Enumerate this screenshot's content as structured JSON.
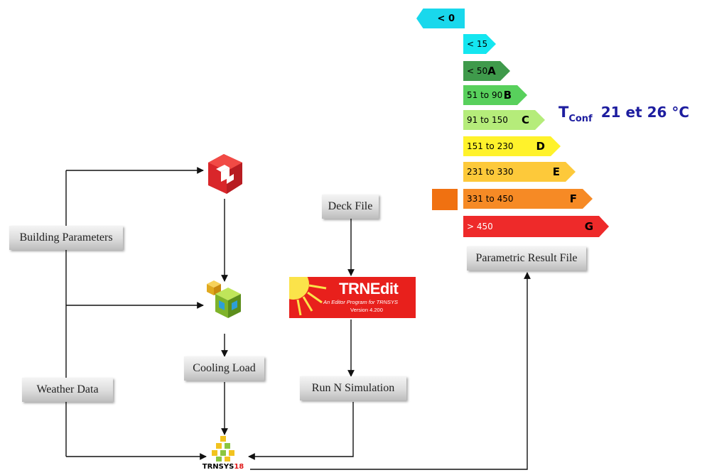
{
  "boxes": {
    "building_parameters": "Building Parameters",
    "weather_data": "Weather Data",
    "cooling_load": "Cooling Load",
    "deck_file": "Deck File",
    "run_n_simulation": "Run N Simulation",
    "parametric_result_file": "Parametric Result File"
  },
  "trnedit": {
    "title": "TRNEdit",
    "subtitle": "An Editor Program for TRNSYS",
    "version": "Version 4.200"
  },
  "trnsys": {
    "name": "TRNSYS",
    "version": "18"
  },
  "energy_label": {
    "top": "< 0",
    "bands": [
      {
        "label": "< 15",
        "letter": "",
        "color": "#14e6f0"
      },
      {
        "label": "< 50",
        "letter": "A",
        "color": "#3f9a4b"
      },
      {
        "label": "51 to 90",
        "letter": "B",
        "color": "#58d05c"
      },
      {
        "label": "91 to 150",
        "letter": "C",
        "color": "#b5ec7a"
      },
      {
        "label": "151 to 230",
        "letter": "D",
        "color": "#fff22b"
      },
      {
        "label": "231 to 330",
        "letter": "E",
        "color": "#fdc93a"
      },
      {
        "label": "331 to 450",
        "letter": "F",
        "color": "#f68a25"
      },
      {
        "label": "> 450",
        "letter": "G",
        "color": "#ee2a2a"
      }
    ],
    "marker_color": "#f07111",
    "comfort": {
      "symbol": "T",
      "subscript": "Conf",
      "range": "21 et 26 °C"
    }
  }
}
